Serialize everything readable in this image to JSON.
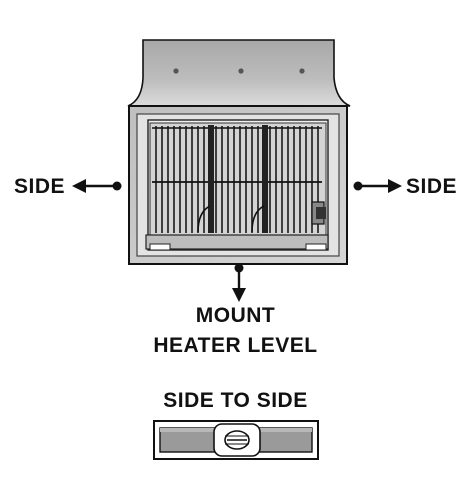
{
  "labels": {
    "side_left": "SIDE",
    "side_right": "SIDE",
    "mount_line1": "MOUNT",
    "mount_line2": "HEATER LEVEL",
    "side_to_side": "SIDE TO SIDE"
  },
  "icons": {
    "heater": "wall-heater-icon",
    "level": "bubble-level-icon",
    "arrow_left": "arrow-left-icon",
    "arrow_right": "arrow-right-icon",
    "arrow_down": "arrow-down-icon"
  },
  "colors": {
    "outline": "#111111",
    "housing_top": "#b3b3b3",
    "housing_light": "#ececec",
    "frame": "#c8c8c8",
    "grille_bg": "#d9d9d9",
    "level_body": "#9a9a9a",
    "level_bg": "#ffffff"
  }
}
